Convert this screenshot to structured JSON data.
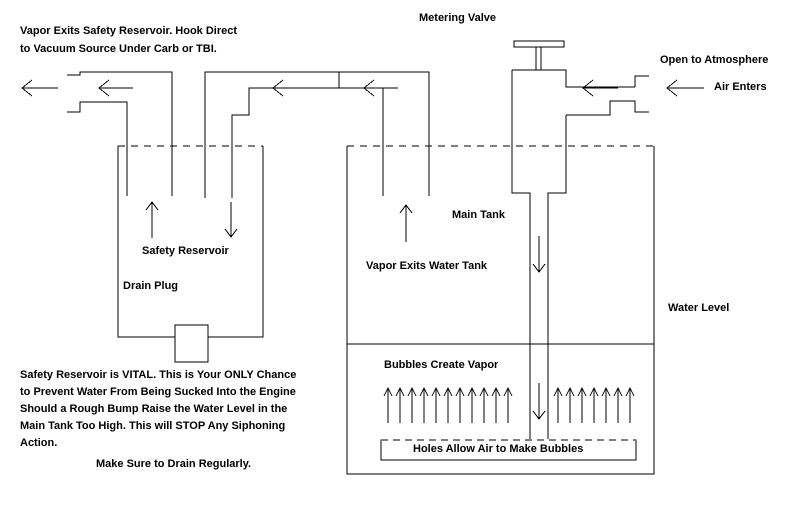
{
  "labels": {
    "vapor_exits_safety": "Vapor Exits Safety Reservoir.  Hook Direct\nto Vacuum Source Under Carb or TBI.",
    "metering_valve": "Metering Valve",
    "open_to_atmosphere": "Open to Atmosphere",
    "air_enters": "Air Enters",
    "main_tank": "Main Tank",
    "safety_reservoir": "Safety Reservoir",
    "vapor_exits_water_tank": "Vapor Exits Water Tank",
    "drain_plug": "Drain Plug",
    "water_level": "Water Level",
    "bubbles_create_vapor": "Bubbles Create Vapor",
    "holes_allow_air": "Holes Allow Air to Make Bubbles",
    "safety_note": "Safety Reservoir is VITAL.  This is Your ONLY Chance\nto Prevent Water From Being Sucked Into the Engine\nShould a Rough Bump Raise the Water Level in the\nMain Tank Too High.  This will STOP Any Siphoning\nAction.",
    "drain_note": "Make Sure to Drain Regularly."
  },
  "colors": {
    "ink": "#000000",
    "background": "#ffffff"
  }
}
